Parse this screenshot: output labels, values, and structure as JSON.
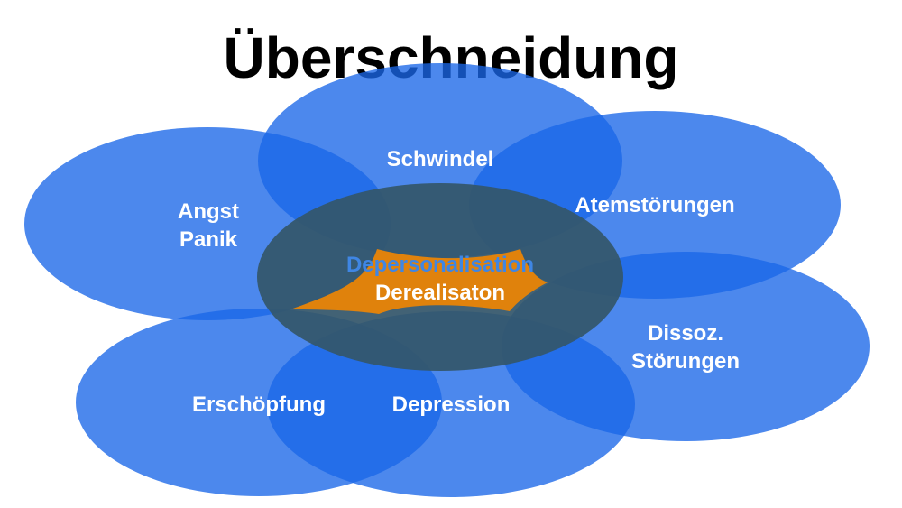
{
  "title": "Überschneidung",
  "colors": {
    "circle": "#1a66e8",
    "center": "#34566a",
    "highlight": "#e0820c",
    "text": "#ffffff",
    "title": "#000000"
  },
  "labels": {
    "schwindel": "Schwindel",
    "angst_line1": "Angst",
    "angst_line2": "Panik",
    "atem": "Atemstörungen",
    "dissoz_line1": "Dissoz.",
    "dissoz_line2": "Störungen",
    "erschoepfung": "Erschöpfung",
    "depression": "Depression",
    "center_line1": "Depersonalisation",
    "center_line2": "Derealisaton"
  }
}
